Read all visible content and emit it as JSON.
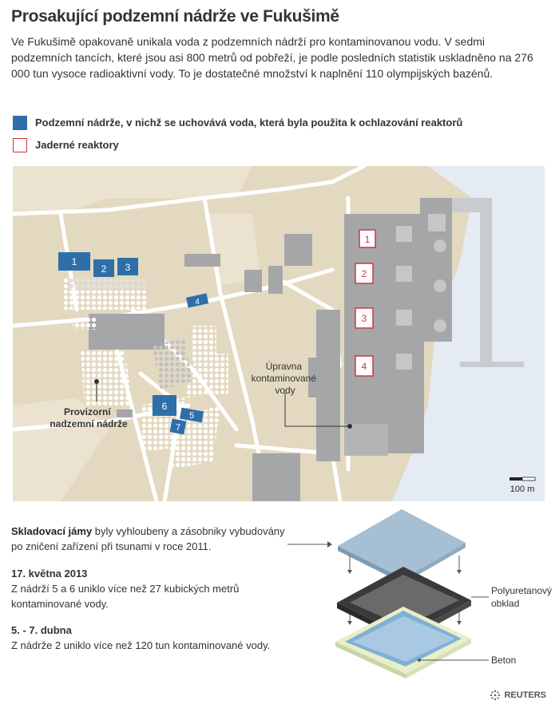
{
  "title": "Prosakující podzemní nádrže ve Fukušimě",
  "intro": "Ve Fukušimě opakovaně unikala voda z podzemních nádrží pro kontaminovanou vodu. V sedmi podzemních tancích, které jsou asi 800 metrů od pobřeží, je podle posledních statistik uskladněno na 276 000 tun vysoce radioaktivní vody. To je dostatečné množství k naplnění 110 olympijských bazénů.",
  "legend": {
    "tanks_label": "Podzemní nádrže, v nichž se uchovává voda, která byla použita k ochlazování reaktorů",
    "reactors_label": "Jaderné reaktory"
  },
  "map": {
    "tanks": [
      "1",
      "2",
      "3",
      "4",
      "6",
      "5",
      "7"
    ],
    "reactors": [
      "1",
      "2",
      "3",
      "4"
    ],
    "treatment_label": [
      "Úpravna",
      "kontaminované",
      "vody"
    ],
    "provisional_label": [
      "Provizorní",
      "nadzemní nádrže"
    ],
    "scale_label": "100 m"
  },
  "info": {
    "intro_bold": "Skladovací jámy",
    "intro_rest": " byly vyhloubeny a zásobniky vybudovány po zničení zařízení při tsunami v roce 2011.",
    "events": [
      {
        "date": "17. května 2013",
        "text": "Z nádrží 5 a 6 uniklo více než 27 kubických metrů kontaminované vody."
      },
      {
        "date": "5. - 7. dubna",
        "text": "Z nádrže 2 uniklo více než 120 tun kontaminované vody."
      }
    ]
  },
  "diagram": {
    "liner_label": [
      "Polyuretanový",
      "obklad"
    ],
    "concrete_label": "Beton"
  },
  "credit": "REUTERS",
  "colors": {
    "tank_blue": "#2e6faa",
    "reactor_red": "#d0363b",
    "land": "#e3d9c0",
    "sea": "#e4ebf3",
    "building": "#a5a6a8"
  }
}
